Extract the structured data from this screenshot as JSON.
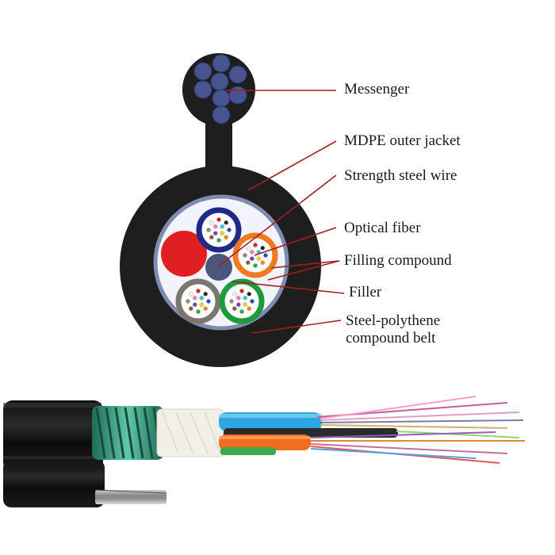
{
  "labels": {
    "messenger": "Messenger",
    "outer_jacket": "MDPE outer jacket",
    "strength_wire": "Strength steel wire",
    "optical_fiber": "Optical fiber",
    "filling_compound": "Filling compound",
    "filler": "Filler",
    "belt_line1": "Steel-polythene",
    "belt_line2": "compound belt"
  },
  "colors": {
    "jacket": "#1e1e1e",
    "messenger_strand": "#46558e",
    "core_background": "#f3f4fb",
    "belt_ring": "#7e8cb0",
    "central_strength_member": "#4b577a",
    "filler": "#e02020",
    "tube_blue": "#1f2a86",
    "tube_orange": "#ef7a1f",
    "tube_grey": "#7b7670",
    "tube_green": "#1f9a3c",
    "callout_line": "#a01e1e",
    "label_text": "#1a1a1a"
  },
  "fiber_colors": [
    "#1f4fd0",
    "#f08a1c",
    "#2aa84a",
    "#8b5a2b",
    "#8a8a8a",
    "#f0f0f0",
    "#e02020",
    "#222222",
    "#f2d21a",
    "#7a3fb0",
    "#f07fb0",
    "#39c6d8"
  ]
}
